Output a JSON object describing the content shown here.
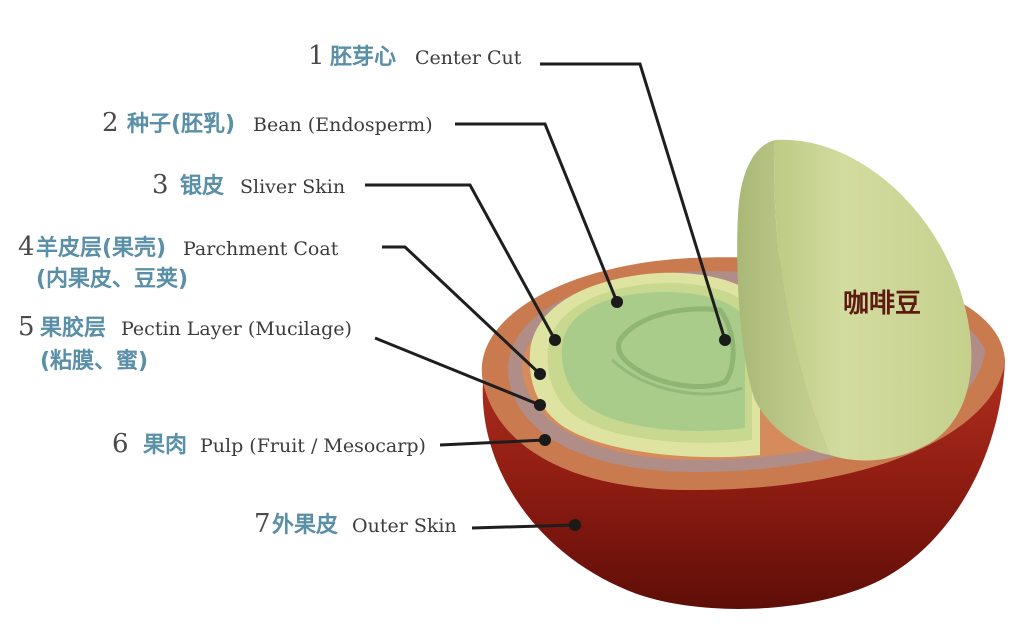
{
  "colors": {
    "outer_skin": "#8e1c12",
    "pulp": "#c97a4f",
    "mucilage": "#b08d86",
    "parchment": "#dfe3a2",
    "silver_skin": "#c8d88f",
    "endosperm": "#a9cc8a",
    "bean_half": "#cfd99a",
    "chinese_text": "#5a8fa8",
    "english_text": "#3c3c3c",
    "bean_label": "#5c1a10"
  },
  "diagram": {
    "bean_label": "咖啡豆",
    "labels": [
      {
        "num": "1",
        "zh": "胚芽心",
        "en": "Center Cut"
      },
      {
        "num": "2",
        "zh": "种子(胚乳)",
        "en": "Bean (Endosperm)"
      },
      {
        "num": "3",
        "zh": "银皮",
        "en": "Sliver Skin"
      },
      {
        "num": "4",
        "zh": "羊皮层(果壳)",
        "en": "Parchment Coat",
        "zh_sub": "(内果皮、豆荚)"
      },
      {
        "num": "5",
        "zh": "果胶层",
        "en": "Pectin Layer (Mucilage)",
        "zh_sub": "(粘膜、蜜)"
      },
      {
        "num": "6",
        "zh": "果肉",
        "en": "Pulp (Fruit / Mesocarp)"
      },
      {
        "num": "7",
        "zh": "外果皮",
        "en": "Outer Skin"
      }
    ]
  }
}
